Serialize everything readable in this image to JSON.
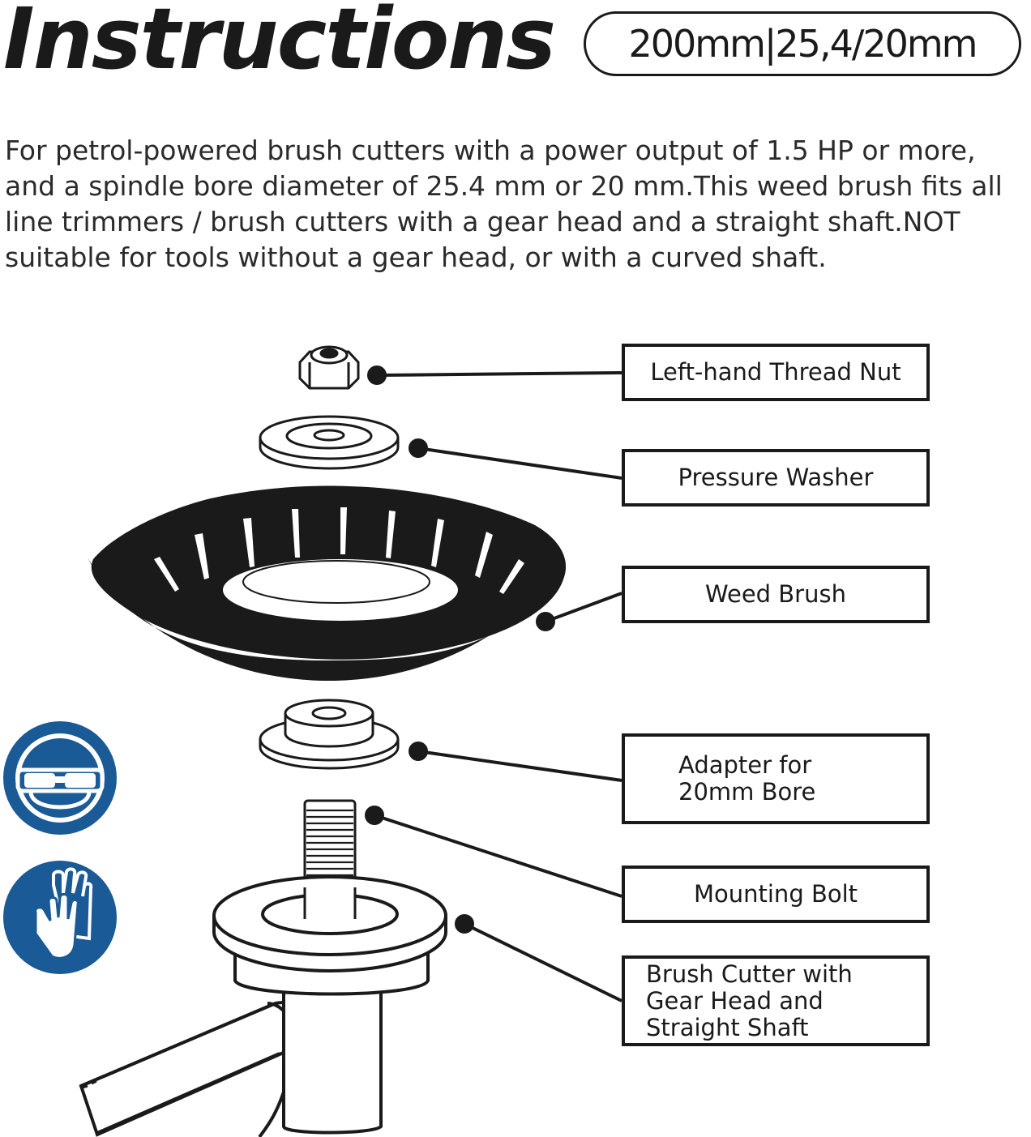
{
  "header": {
    "title": "Instructions",
    "spec": "200mm|25,4/20mm"
  },
  "description": "For petrol-powered brush cutters with a power output of 1.5 HP or more, and a spindle bore diameter of 25.4 mm or 20 mm.This weed brush fits all line trimmers / brush cutters with a gear head and a straight shaft.NOT suitable for tools without a gear head, or with a curved shaft.",
  "parts": [
    {
      "id": "nut",
      "label": "Left-hand Thread Nut"
    },
    {
      "id": "washer",
      "label": "Pressure Washer"
    },
    {
      "id": "brush",
      "label": "Weed Brush"
    },
    {
      "id": "adapter",
      "label": "Adapter for 20mm Bore"
    },
    {
      "id": "bolt",
      "label": "Mounting Bolt"
    },
    {
      "id": "cutter",
      "label": "Brush Cutter with Gear Head and Straight Shaft"
    }
  ],
  "safety_signs": [
    {
      "icon": "safety-goggles-icon"
    },
    {
      "icon": "protective-gloves-icon"
    }
  ],
  "colors": {
    "ink": "#1a1a1a",
    "sign_blue": "#1a5a96"
  }
}
